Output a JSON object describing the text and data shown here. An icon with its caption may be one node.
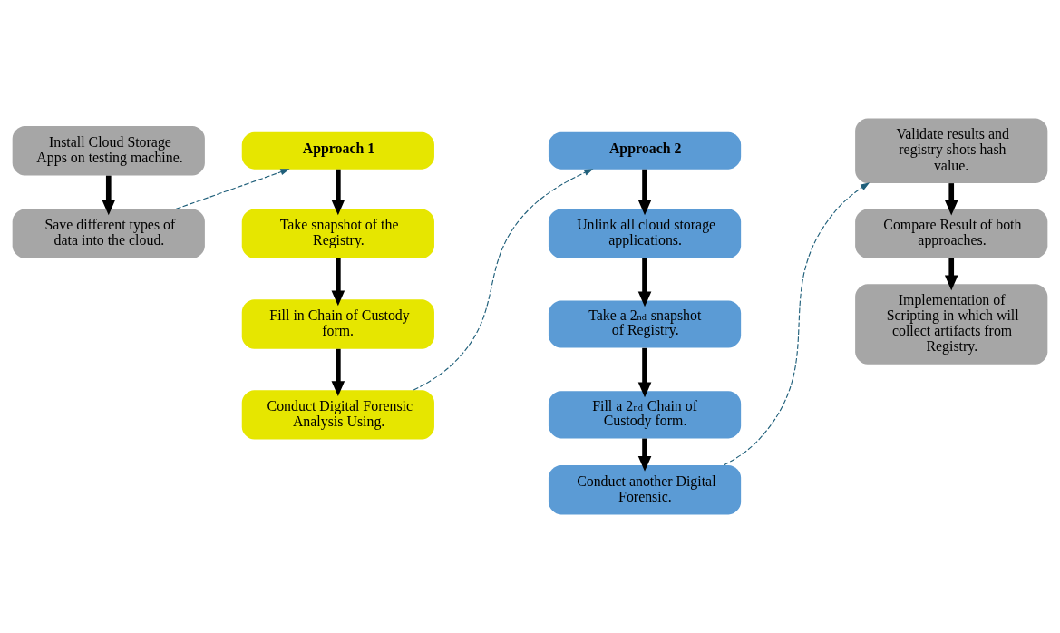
{
  "diagram": {
    "nodes": [
      {
        "text": [
          "Install Cloud Storage Apps on testing machine."
        ]
      },
      {
        "text": [
          "Save different types of data into the cloud."
        ]
      },
      {
        "text": [
          "Approach 1"
        ]
      },
      {
        "text": [
          "Take snapshot of the Registry."
        ]
      },
      {
        "text": [
          "Fill in Chain of Custody form."
        ]
      },
      {
        "text": [
          "Conduct Digital Forensic Analysis Using."
        ]
      },
      {
        "text": [
          "Approach 2"
        ]
      },
      {
        "text": [
          "Unlink all cloud storage applications."
        ]
      },
      {
        "text": [
          "Take a 2$^{nd}$ snapshot of Registry."
        ]
      },
      {
        "text": [
          "Fill a 2$^{nd}$ Chain of Custody form."
        ]
      },
      {
        "text": [
          "Conduct another Digital Forensic."
        ]
      },
      {
        "text": [
          "Validate results and registry shots hash value."
        ]
      },
      {
        "text": [
          "Compare Result of both approaches."
        ]
      },
      {
        "text": [
          "Implementation of Scripting in which will collect artifacts from Registry."
        ]
      }
    ],
    "edges": [
      {
        "from": 0,
        "to": 1,
        "arrow": "to"
      },
      {
        "from": 1,
        "to": 2,
        "arrow": "to",
        "style": "dashed",
        "color": "#1f5f7a"
      },
      {
        "from": 2,
        "to": 3,
        "arrow": "to"
      },
      {
        "from": 3,
        "to": 4,
        "arrow": "to"
      },
      {
        "from": 4,
        "to": 5,
        "arrow": "to"
      },
      {
        "from": 5,
        "to": 6,
        "arrow": "to",
        "style": "dashed",
        "color": "#1f5f7a"
      },
      {
        "from": 6,
        "to": 7,
        "arrow": "to"
      },
      {
        "from": 7,
        "to": 8,
        "arrow": "to"
      },
      {
        "from": 8,
        "to": 9,
        "arrow": "to"
      },
      {
        "from": 9,
        "to": 10,
        "arrow": "to"
      },
      {
        "from": 10,
        "to": 11,
        "arrow": "to",
        "style": "dashed",
        "color": "#1f5f7a"
      },
      {
        "from": 11,
        "to": 12,
        "arrow": "to"
      },
      {
        "from": 12,
        "to": 13,
        "arrow": "to"
      }
    ]
  }
}
